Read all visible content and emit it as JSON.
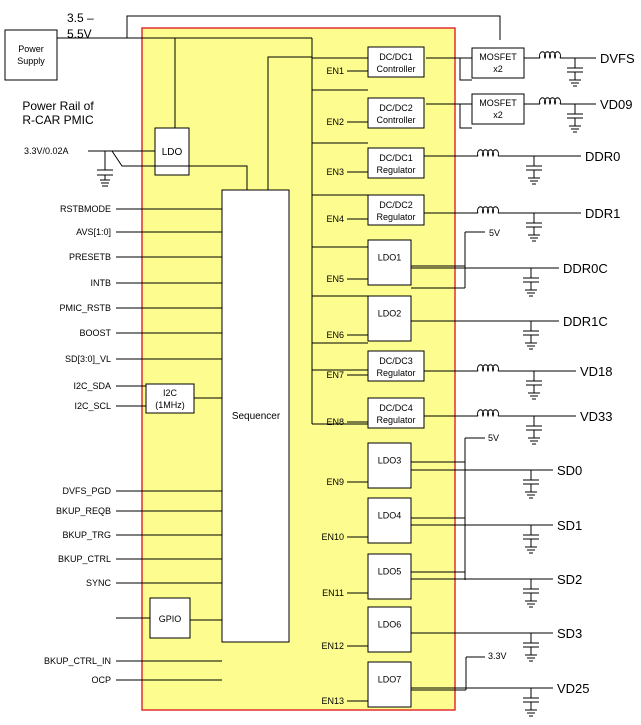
{
  "supply": {
    "voltage_line1": "3.5 –",
    "voltage_line2": "5.5V",
    "box_line1": "Power",
    "box_line2": "Supply"
  },
  "rail_title_line1": "Power Rail of",
  "rail_title_line2": "R-CAR PMIC",
  "ldo_input": "3.3V/0.02A",
  "ldo_label": "LDO",
  "sequencer_label": "Sequencer",
  "i2c_line1": "I2C",
  "i2c_line2": "(1MHz)",
  "gpio_label": "GPIO",
  "left_signals": [
    "RSTBMODE",
    "AVS[1:0]",
    "PRESETB",
    "INTB",
    "PMIC_RSTB",
    "BOOST",
    "SD[3:0]_VL",
    "I2C_SDA",
    "I2C_SCL",
    "DVFS_PGD",
    "BKUP_REQB",
    "BKUP_TRG",
    "BKUP_CTRL",
    "SYNC",
    "BKUP_CTRL_IN",
    "OCP"
  ],
  "blocks": [
    {
      "en": "EN1",
      "line1": "DC/DC1",
      "line2": "Controller"
    },
    {
      "en": "EN2",
      "line1": "DC/DC2",
      "line2": "Controller"
    },
    {
      "en": "EN3",
      "line1": "DC/DC1",
      "line2": "Regulator"
    },
    {
      "en": "EN4",
      "line1": "DC/DC2",
      "line2": "Regulator"
    },
    {
      "en": "EN5",
      "line1": "LDO1",
      "line2": ""
    },
    {
      "en": "EN6",
      "line1": "LDO2",
      "line2": ""
    },
    {
      "en": "EN7",
      "line1": "DC/DC3",
      "line2": "Regulator"
    },
    {
      "en": "EN8",
      "line1": "DC/DC4",
      "line2": "Regulator"
    },
    {
      "en": "EN9",
      "line1": "LDO3",
      "line2": ""
    },
    {
      "en": "EN10",
      "line1": "LDO4",
      "line2": ""
    },
    {
      "en": "EN11",
      "line1": "LDO5",
      "line2": ""
    },
    {
      "en": "EN12",
      "line1": "LDO6",
      "line2": ""
    },
    {
      "en": "EN13",
      "line1": "LDO7",
      "line2": ""
    }
  ],
  "mosfet_line1": "MOSFET",
  "mosfet_line2": "x2",
  "outputs": [
    "DVFS",
    "VD09",
    "DDR0",
    "DDR1",
    "DDR0C",
    "DDR1C",
    "VD18",
    "VD33",
    "SD0",
    "SD1",
    "SD2",
    "SD3",
    "VD25"
  ],
  "ldo_supply_labels": [
    "5V",
    "5V",
    "3.3V"
  ]
}
